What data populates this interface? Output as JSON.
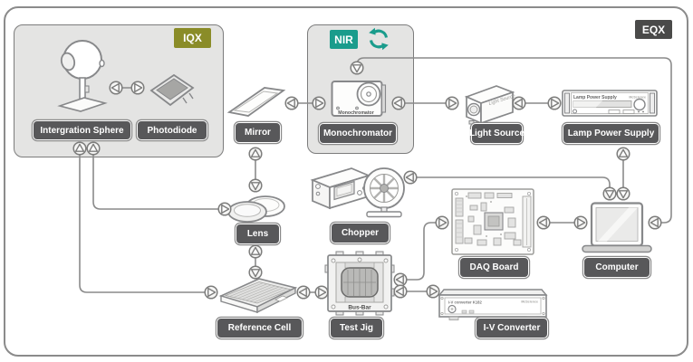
{
  "badges": {
    "iqx": "IQX",
    "nir": "NIR",
    "eqx": "EQX"
  },
  "labels": {
    "integration_sphere": "Intergration Sphere",
    "photodiode": "Photodiode",
    "mirror": "Mirror",
    "monochromator": "Monochromator",
    "light_source": "Light Source",
    "lamp_power_supply": "Lamp Power Supply",
    "lens": "Lens",
    "chopper": "Chopper",
    "daq_board": "DAQ Board",
    "computer": "Computer",
    "reference_cell": "Reference Cell",
    "test_jig": "Test Jig",
    "iv_converter": "I-V Converter"
  },
  "device_text": {
    "monochromator": "Monochromator",
    "light_source": "Light Source",
    "lamp_power_supply": "Lamp Power Supply",
    "iv_converter": "I-V converter K182",
    "test_jig_busbar": "Bus-Bar",
    "brand": "McScience"
  },
  "connections": [
    {
      "from": "Intergration Sphere",
      "to": "Photodiode"
    },
    {
      "from": "Mirror",
      "to": "Monochromator"
    },
    {
      "from": "Monochromator",
      "to": "Light Source"
    },
    {
      "from": "Light Source",
      "to": "Lamp Power Supply"
    },
    {
      "from": "Monochromator",
      "to": "Computer"
    },
    {
      "from": "Mirror",
      "to": "Lens"
    },
    {
      "from": "Intergration Sphere",
      "to": "Lens"
    },
    {
      "from": "Intergration Sphere",
      "to": "Reference Cell"
    },
    {
      "from": "Lens",
      "to": "Reference Cell"
    },
    {
      "from": "Reference Cell",
      "to": "Test Jig"
    },
    {
      "from": "Test Jig",
      "to": "DAQ Board"
    },
    {
      "from": "Test Jig",
      "to": "I-V Converter"
    },
    {
      "from": "DAQ Board",
      "to": "Computer"
    },
    {
      "from": "Chopper",
      "to": "Computer"
    },
    {
      "from": "Lamp Power Supply",
      "to": "Computer"
    }
  ],
  "colors": {
    "iqx_badge": "#8a8c28",
    "nir_badge": "#1a9c8c",
    "eqx_badge": "#4a4a49",
    "group_fill": "#e4e4e3",
    "label_fill": "#58585a",
    "line": "#8a8a8a"
  }
}
